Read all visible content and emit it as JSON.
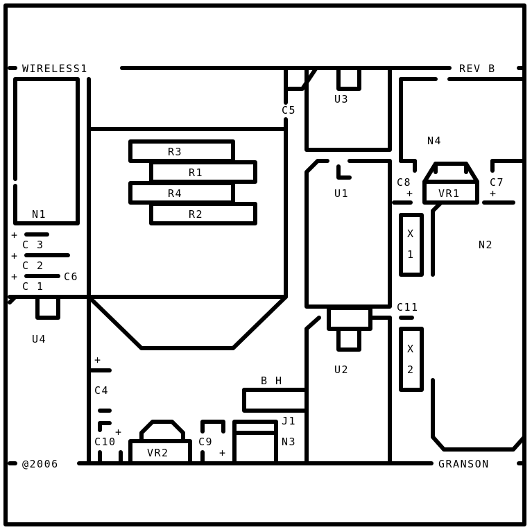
{
  "title": "WIRELESS1",
  "revision": "REV B",
  "copyright": "@2006",
  "author": "GRANSON",
  "components": {
    "n1": "N1",
    "n2": "N2",
    "n3": "N3",
    "n4": "N4",
    "u1": "U1",
    "u2": "U2",
    "u3": "U3",
    "u4": "U4",
    "r1": "R1",
    "r2": "R2",
    "r3": "R3",
    "r4": "R4",
    "c1": "C 1",
    "c2": "C 2",
    "c3": "C 3",
    "c4": "C4",
    "c5": "C5",
    "c6": "C6",
    "c7": "C7",
    "c8": "C8",
    "c9": "C9",
    "c10": "C10",
    "c11": "C11",
    "x1_top": "X",
    "x1_bottom": "1",
    "x2_top": "X",
    "x2_bottom": "2",
    "vr1": "VR1",
    "vr2": "VR2",
    "j1": "J1",
    "bh": "B H"
  },
  "polarity_mark": "+",
  "colors": {
    "ink": "#000000",
    "background": "#ffffff"
  }
}
